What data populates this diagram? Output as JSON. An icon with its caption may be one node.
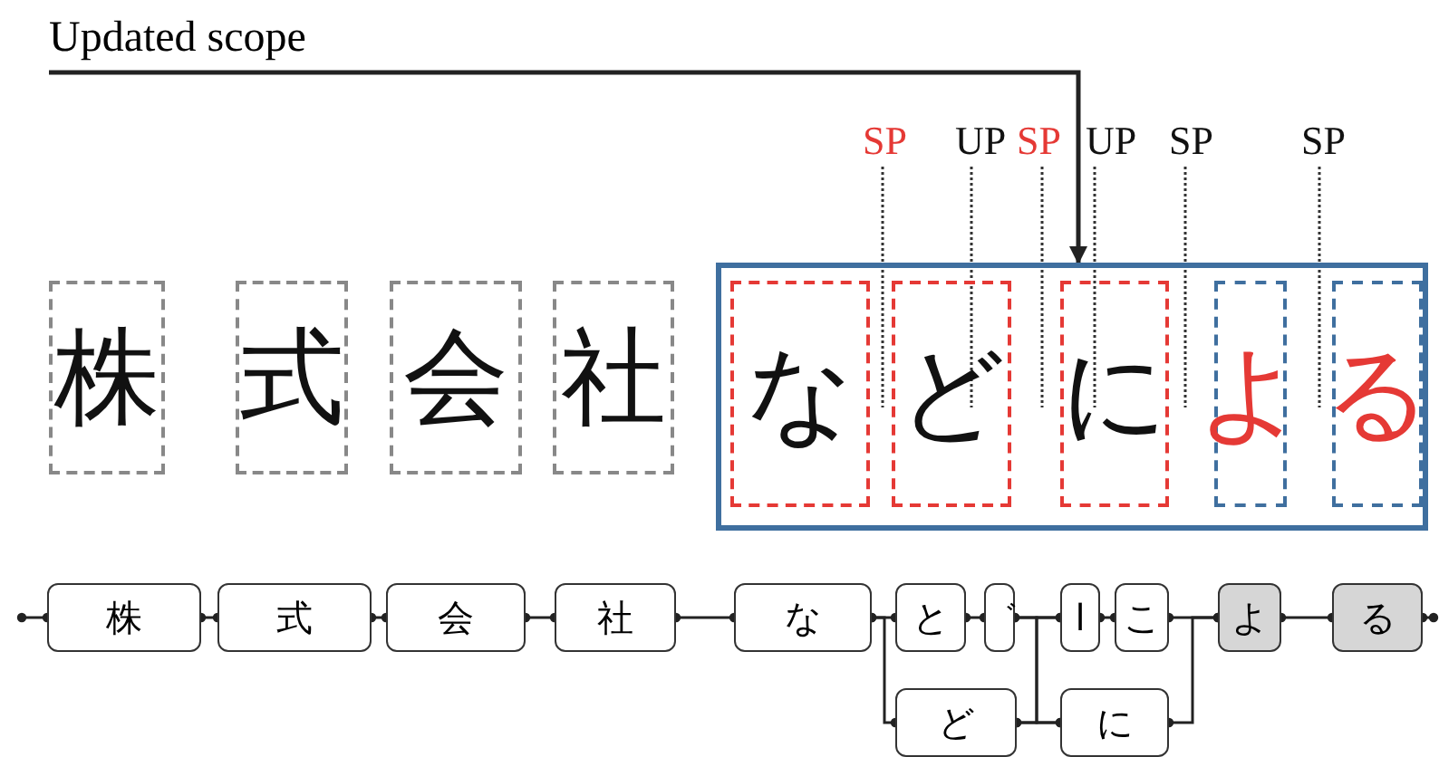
{
  "diagram": {
    "nodes": [
      {
        "text": [
          "Updated scope"
        ]
      },
      {
        "text": [
          "株"
        ]
      },
      {
        "text": [
          "式"
        ]
      },
      {
        "text": [
          "会"
        ]
      },
      {
        "text": [
          "社"
        ]
      },
      {
        "text": [],
        "shape": "box"
      },
      {
        "text": [
          "な"
        ],
        "in": 5
      },
      {
        "text": [
          "ど"
        ],
        "in": 5
      },
      {
        "text": [
          "に"
        ],
        "in": 5
      },
      {
        "text": [
          "よ"
        ],
        "in": 5
      },
      {
        "text": [
          "る"
        ],
        "in": 5
      },
      {
        "text": [
          "株"
        ]
      },
      {
        "text": [
          "式"
        ]
      },
      {
        "text": [
          "会"
        ]
      },
      {
        "text": [
          "社"
        ]
      },
      {
        "text": [
          "な"
        ]
      },
      {
        "text": [
          "と"
        ]
      },
      {
        "text": [
          "゛"
        ]
      },
      {
        "text": [
          "l"
        ]
      },
      {
        "text": [
          "こ"
        ]
      },
      {
        "text": [
          "よ"
        ]
      },
      {
        "text": [
          "る"
        ]
      },
      {
        "text": [
          "ど"
        ]
      },
      {
        "text": [
          "に"
        ]
      }
    ],
    "edges": [
      {
        "from": 0,
        "to": 5,
        "arrow": "to"
      },
      {
        "from": null,
        "to": 11,
        "arrow": "other"
      },
      {
        "from": 11,
        "to": 12,
        "arrow": "other"
      },
      {
        "from": 12,
        "to": 13,
        "arrow": "other"
      },
      {
        "from": 13,
        "to": 14,
        "arrow": "other"
      },
      {
        "from": 14,
        "to": 15,
        "arrow": "other"
      },
      {
        "from": 15,
        "to": 16,
        "arrow": "other"
      },
      {
        "from": 15,
        "to": 22,
        "arrow": "other"
      },
      {
        "from": 16,
        "to": 17,
        "arrow": "other"
      },
      {
        "from": 17,
        "to": 18,
        "arrow": "other"
      },
      {
        "from": 17,
        "to": 23,
        "arrow": "other"
      },
      {
        "from": 22,
        "to": 18,
        "arrow": "other"
      },
      {
        "from": 22,
        "to": 23,
        "arrow": "other"
      },
      {
        "from": 18,
        "to": 19,
        "arrow": "other"
      },
      {
        "from": 19,
        "to": 20,
        "arrow": "other"
      },
      {
        "from": 23,
        "to": 20,
        "arrow": "other"
      },
      {
        "from": 20,
        "to": 21,
        "arrow": "other"
      },
      {
        "from": 21,
        "to": null,
        "arrow": "other"
      }
    ],
    "labels": [
      "SP",
      "UP",
      "SP",
      "UP",
      "SP",
      "SP"
    ]
  }
}
